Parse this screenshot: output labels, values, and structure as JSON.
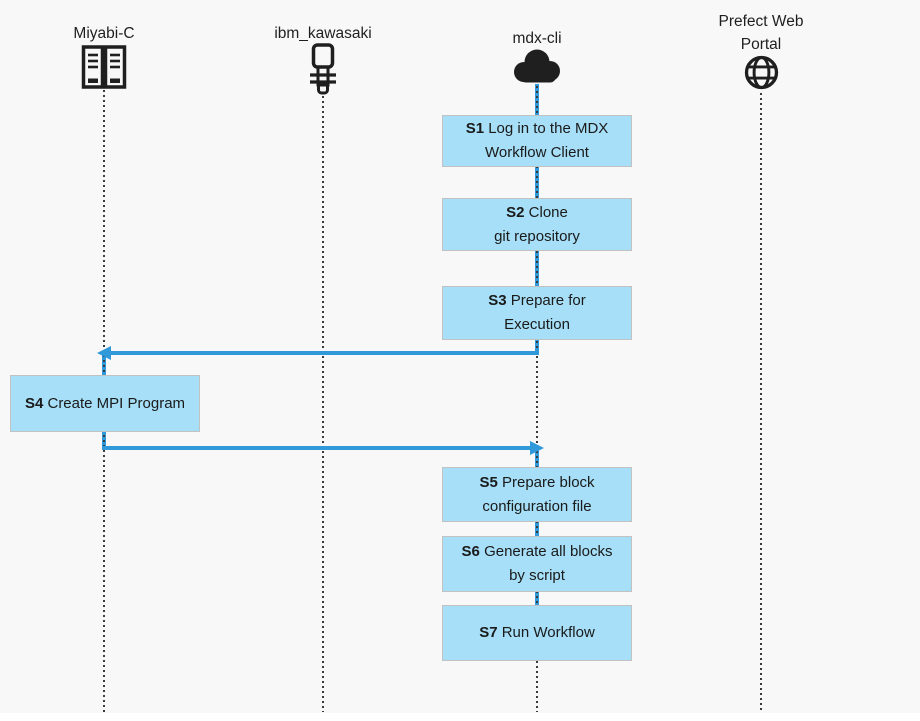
{
  "diagram": {
    "actors": [
      {
        "label": "Miyabi-C",
        "icon": "server-rack-icon"
      },
      {
        "label": "ibm_kawasaki",
        "icon": "quantum-computer-icon"
      },
      {
        "label": "mdx-cli",
        "icon": "cloud-icon"
      },
      {
        "label": "Prefect Web Portal",
        "icon": "globe-icon"
      }
    ],
    "steps": [
      {
        "id": "S1",
        "line1": "Log in to the MDX",
        "line2": "Workflow Client"
      },
      {
        "id": "S2",
        "line1": "Clone",
        "line2": "git repository"
      },
      {
        "id": "S3",
        "line1": "Prepare for",
        "line2": "Execution"
      },
      {
        "id": "S4",
        "line1": "Create MPI Program"
      },
      {
        "id": "S5",
        "line1": "Prepare block",
        "line2": "configuration file"
      },
      {
        "id": "S6",
        "line1": "Generate all blocks",
        "line2": "by script"
      },
      {
        "id": "S7",
        "line1": "Run Workflow"
      }
    ],
    "colors": {
      "accent_blue": "#2F99D9",
      "box_fill": "#A6DFF7",
      "box_border": "#C2C2C2",
      "background": "#F8F8F8",
      "text": "#1F1F1F"
    }
  }
}
